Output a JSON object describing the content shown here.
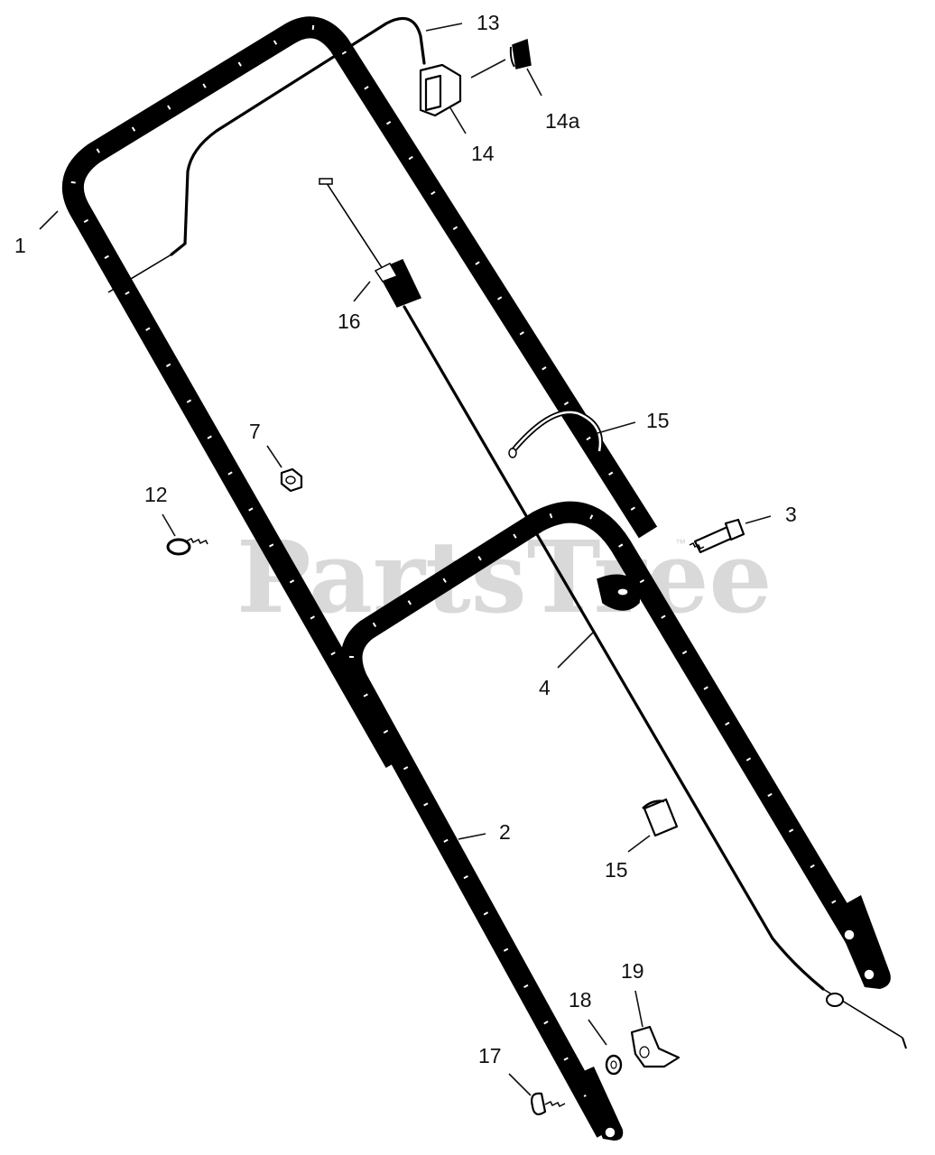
{
  "watermark": {
    "brand": "PartsTree",
    "tm": "™"
  },
  "callouts": [
    {
      "id": "1",
      "text": "1"
    },
    {
      "id": "2",
      "text": "2"
    },
    {
      "id": "3",
      "text": "3"
    },
    {
      "id": "4",
      "text": "4"
    },
    {
      "id": "7",
      "text": "7"
    },
    {
      "id": "12",
      "text": "12"
    },
    {
      "id": "13",
      "text": "13"
    },
    {
      "id": "14",
      "text": "14"
    },
    {
      "id": "14a",
      "text": "14a"
    },
    {
      "id": "15a",
      "text": "15"
    },
    {
      "id": "15b",
      "text": "15"
    },
    {
      "id": "16",
      "text": "16"
    },
    {
      "id": "17",
      "text": "17"
    },
    {
      "id": "18",
      "text": "18"
    },
    {
      "id": "19",
      "text": "19"
    }
  ]
}
